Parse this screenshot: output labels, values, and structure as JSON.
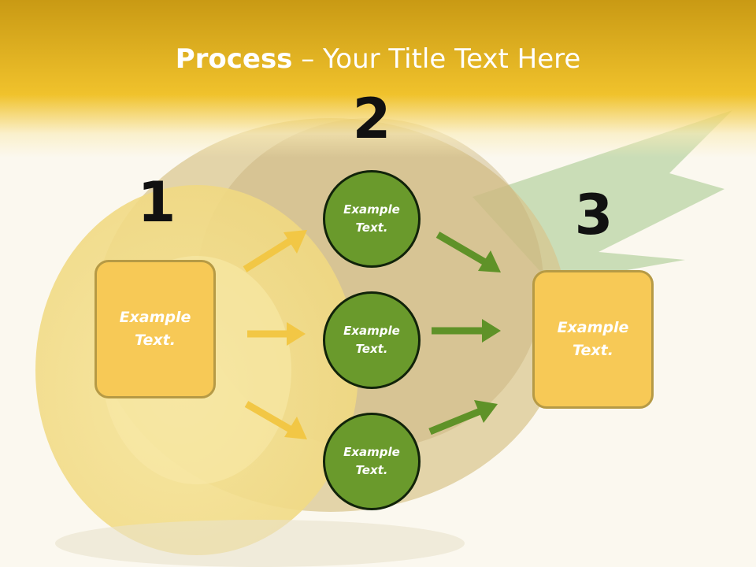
{
  "title": {
    "bold": "Process",
    "rest": " – Your Title Text Here"
  },
  "steps": [
    {
      "number": "1",
      "text": "Example Text."
    },
    {
      "number": "2",
      "text": "Example Text."
    },
    {
      "number": "3",
      "text": "Example Text."
    }
  ],
  "middle": [
    {
      "text": "Example Text."
    },
    {
      "text": "Example Text."
    },
    {
      "text": "Example Text."
    }
  ],
  "colors": {
    "yellow_box": "#f7c956",
    "green_circle": "#6a9a2c",
    "yellow_arrow": "#f2c745",
    "green_arrow": "#5f9228"
  }
}
